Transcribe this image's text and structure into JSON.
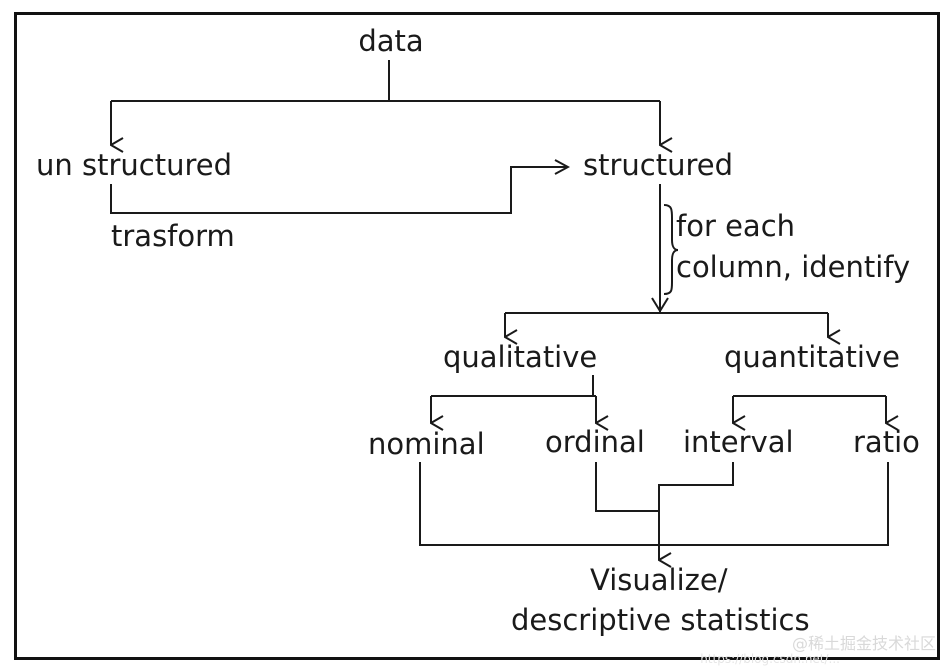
{
  "nodes": {
    "data": "data",
    "unstructured": "un structured",
    "structured": "structured",
    "transform": "trasform",
    "for_each_line1": "for each",
    "for_each_line2": "column, identify",
    "qualitative": "qualitative",
    "quantitative": "quantitative",
    "nominal": "nominal",
    "ordinal": "ordinal",
    "interval": "interval",
    "ratio": "ratio",
    "visualize_line1": "Visualize/",
    "visualize_line2": "descriptive statistics"
  },
  "watermark": {
    "text": "@稀土掘金技术社区",
    "url_text": "https://blog.csdn.net/..."
  },
  "colors": {
    "ink": "#1a1a1a",
    "border": "#111111",
    "background": "#ffffff"
  }
}
